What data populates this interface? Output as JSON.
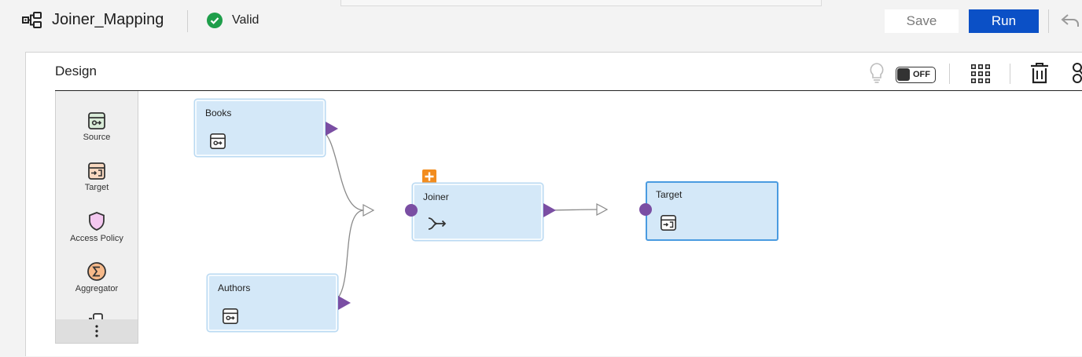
{
  "header": {
    "title": "Joiner_Mapping",
    "status": "Valid",
    "save_label": "Save",
    "run_label": "Run"
  },
  "design": {
    "label": "Design",
    "toggle_label": "OFF"
  },
  "palette": {
    "items": [
      {
        "label": "Source",
        "icon": "source-icon"
      },
      {
        "label": "Target",
        "icon": "target-icon"
      },
      {
        "label": "Access Policy",
        "icon": "shield-icon"
      },
      {
        "label": "Aggregator",
        "icon": "sigma-icon"
      }
    ]
  },
  "canvas": {
    "nodes": [
      {
        "id": "books",
        "title": "Books",
        "icon": "source-icon"
      },
      {
        "id": "authors",
        "title": "Authors",
        "icon": "source-icon"
      },
      {
        "id": "joiner",
        "title": "Joiner",
        "icon": "joiner-icon"
      },
      {
        "id": "target",
        "title": "Target",
        "icon": "target-icon"
      }
    ]
  },
  "colors": {
    "accent": "#0b50c6",
    "valid": "#1e9e4a",
    "node_fill": "#d4e8f8",
    "port": "#7a4ea3",
    "joiner_badge": "#f28c1e"
  }
}
